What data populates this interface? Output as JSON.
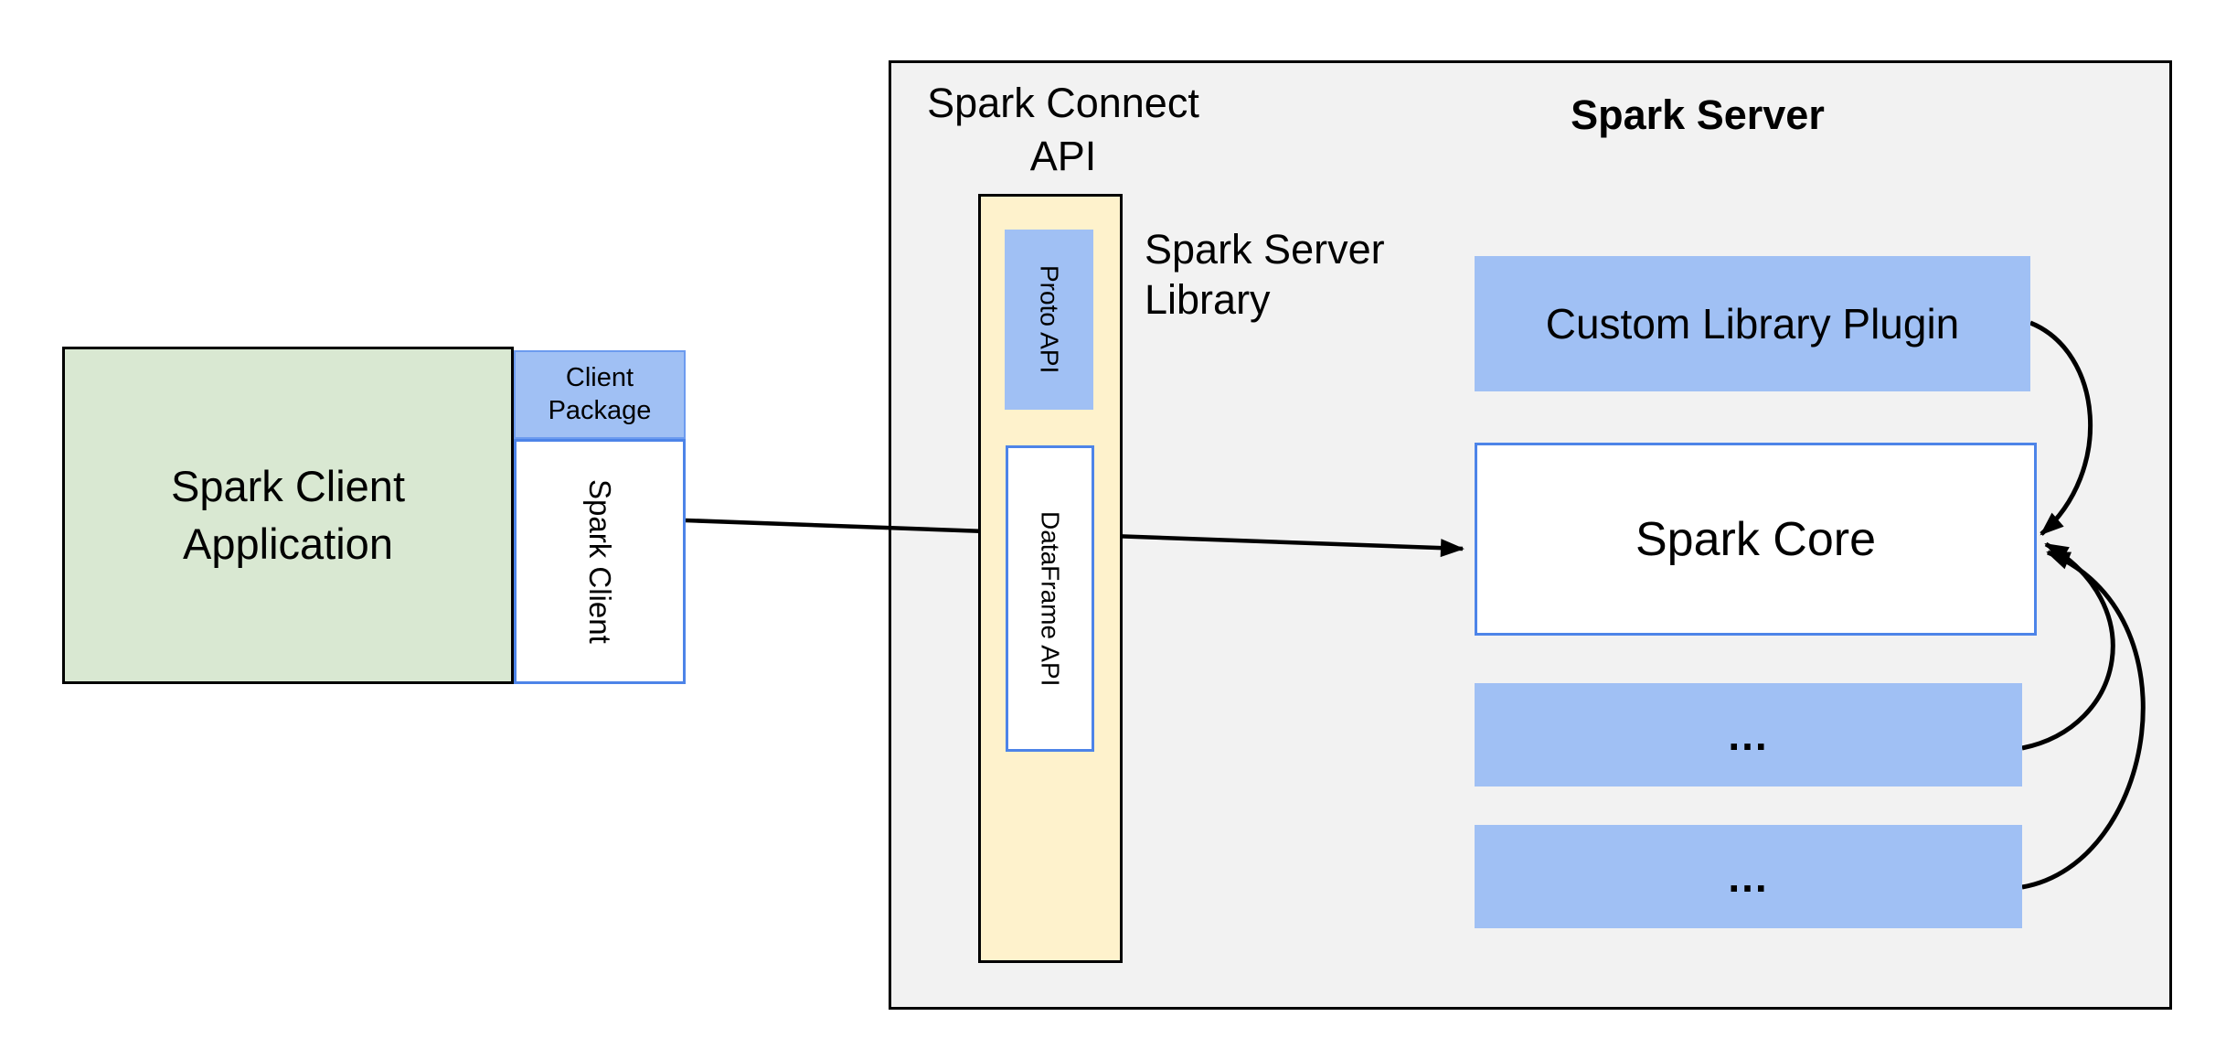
{
  "client": {
    "application_line1": "Spark Client",
    "application_line2": "Application",
    "package_line1": "Client",
    "package_line2": "Package",
    "spark_client": "Spark Client"
  },
  "connect_api": {
    "title_line1": "Spark Connect",
    "title_line2": "API",
    "proto_api": "Proto API",
    "dataframe_api": "DataFrame API",
    "server_library_line1": "Spark Server",
    "server_library_line2": "Library"
  },
  "server": {
    "title": "Spark Server",
    "custom_library_plugin": "Custom Library Plugin",
    "spark_core": "Spark Core",
    "plugin_slot_1": "...",
    "plugin_slot_2": "..."
  },
  "colors": {
    "background": "#ffffff",
    "server_panel_fill": "#f2f2f2",
    "client_app_fill": "#d9e8d2",
    "component_blue_fill": "#a0c0f4",
    "api_column_fill": "#fef2cc",
    "blue_border": "#4d84e8",
    "package_border": "#6c9bef",
    "line_black": "#000000"
  }
}
